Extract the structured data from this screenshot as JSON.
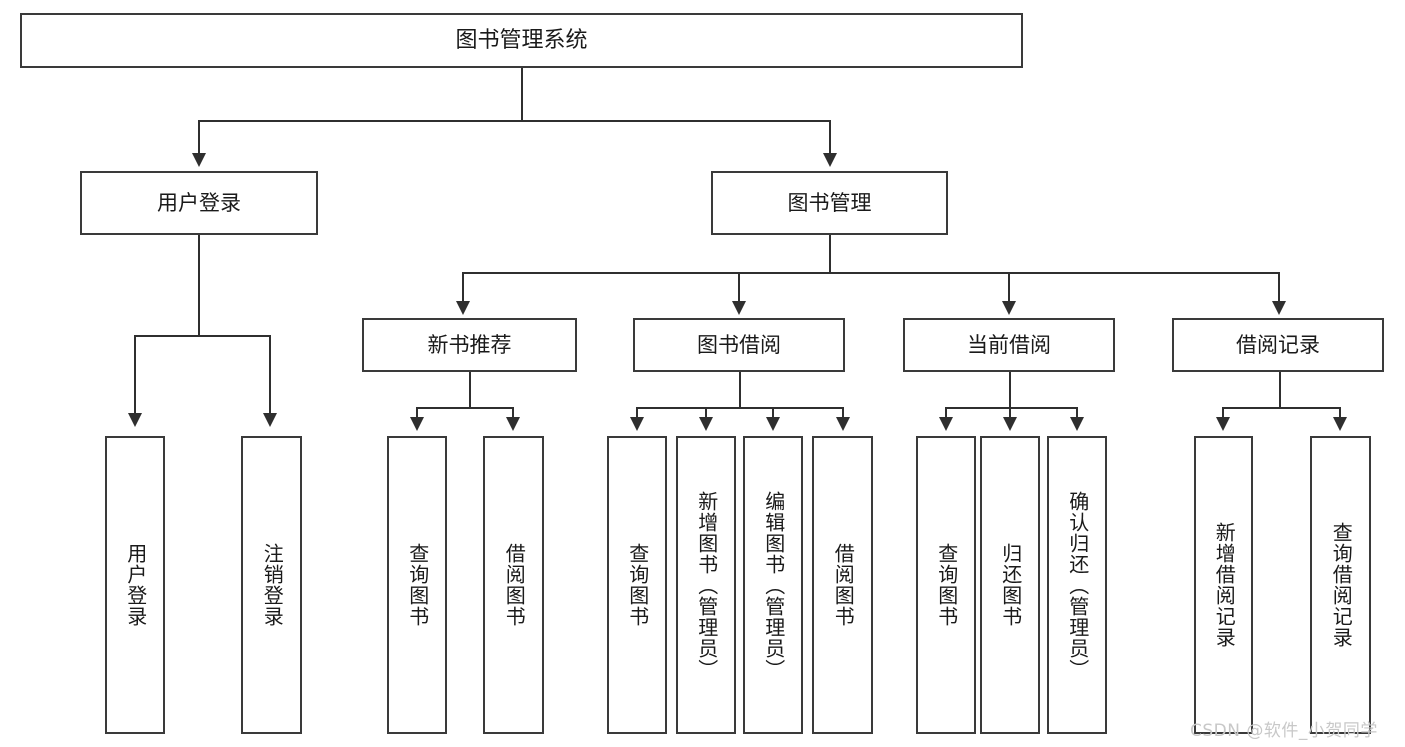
{
  "diagram": {
    "type": "tree-hierarchy-chart",
    "root": {
      "id": "root",
      "label": "图书管理系统"
    },
    "level2": [
      {
        "id": "user-login",
        "label": "用户登录"
      },
      {
        "id": "book-management",
        "label": "图书管理"
      }
    ],
    "level3": [
      {
        "id": "new-book-recommend",
        "label": "新书推荐"
      },
      {
        "id": "book-borrow",
        "label": "图书借阅"
      },
      {
        "id": "current-borrow",
        "label": "当前借阅"
      },
      {
        "id": "borrow-record",
        "label": "借阅记录"
      }
    ],
    "leaves": {
      "user_login": [
        {
          "id": "leaf-user-login",
          "label": "用户登录"
        },
        {
          "id": "leaf-logout-login",
          "label": "注销登录"
        }
      ],
      "new_book_recommend": [
        {
          "id": "leaf-query-book-1",
          "label": "查询图书"
        },
        {
          "id": "leaf-borrow-book-1",
          "label": "借阅图书"
        }
      ],
      "book_borrow": [
        {
          "id": "leaf-query-book-2",
          "label": "查询图书"
        },
        {
          "id": "leaf-add-book",
          "label": "新增图书（管理员）"
        },
        {
          "id": "leaf-edit-book",
          "label": "编辑图书（管理员）"
        },
        {
          "id": "leaf-borrow-book-2",
          "label": "借阅图书"
        }
      ],
      "current_borrow": [
        {
          "id": "leaf-query-book-3",
          "label": "查询图书"
        },
        {
          "id": "leaf-return-book",
          "label": "归还图书"
        },
        {
          "id": "leaf-confirm-return",
          "label": "确认归还（管理员）"
        }
      ],
      "borrow_record": [
        {
          "id": "leaf-add-record",
          "label": "新增借阅记录"
        },
        {
          "id": "leaf-query-record",
          "label": "查询借阅记录"
        }
      ]
    }
  },
  "watermark": {
    "text": "CSDN @软件_小贺同学"
  },
  "colors": {
    "box_border": "#3a3a3a",
    "connector": "#2f2f2f",
    "background": "#ffffff",
    "text": "#1a1a1a",
    "watermark": "#c8c8c8"
  }
}
